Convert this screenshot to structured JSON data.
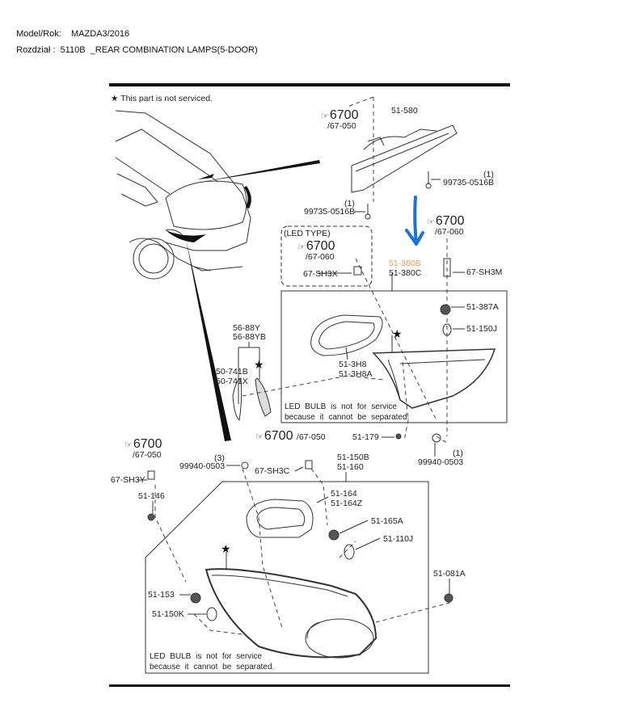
{
  "header": {
    "model_label": "Model/Rok:",
    "model_value": "MAZDA3/2016",
    "section_label": "Rozdział :",
    "section_code": "5110B",
    "section_title": "_REAR COMBINATION LAMPS(5-DOOR)"
  },
  "legend": {
    "star_symbol": "★",
    "text": "This part is not serviced."
  },
  "references": [
    {
      "hand": "☞",
      "code": "6700",
      "sub": "/67-050"
    },
    {
      "hand": "☞",
      "code": "6700",
      "sub": "/67-060"
    },
    {
      "hand": "☞",
      "code": "6700",
      "sub": "/67-060"
    },
    {
      "hand": "☞",
      "code": "6700",
      "sub": "/67-050"
    },
    {
      "hand": "☞",
      "code": "6700",
      "sub": "/67-050"
    }
  ],
  "led_type_label": "(LED TYPE)",
  "parts": {
    "p51_580": "51-580",
    "screw_a_qty": "(1)",
    "screw_a": "99735-0516B",
    "screw_b_qty": "(1)",
    "screw_b": "99735-0516B",
    "p67_sh3x": "67-SH3X",
    "p51_380b": "51-380B",
    "p51_380c": "51-380C",
    "p67_sh3m": "67-SH3M",
    "p51_387a": "51-387A",
    "p51_150j": "51-150J",
    "p51_3h8": "51-3H8",
    "p51_3h8a": "51-3H8A",
    "p56_88y": "56-88Y",
    "p56_88yb": "56-88YB",
    "p50_741b": "50-741B",
    "p50_741x": "50-741X",
    "p51_179": "51-179",
    "clip_a_qty": "(1)",
    "clip_a": "99940-0503",
    "clip_b_qty": "(3)",
    "clip_b": "99940-0503",
    "p67_sh3c": "67-SH3C",
    "p67_sh3y": "67-SH3Y",
    "p51_146": "51-146",
    "p51_150b": "51-150B",
    "p51_160": "51-160",
    "p51_164": "51-164",
    "p51_164z": "51-164Z",
    "p51_165a": "51-165A",
    "p51_110j": "51-110J",
    "p51_081a": "51-081A",
    "p51_153": "51-153",
    "p51_150k": "51-150K"
  },
  "notes": {
    "inner_line1": "LED BULB is not for service",
    "inner_line2": "because it cannot be separated.",
    "outer_line1": "LED BULB is not for service",
    "outer_line2": "because it cannot be separated."
  },
  "colors": {
    "highlight_part": "#e0a060",
    "annotation_arrow": "#1a73d9",
    "line": "#333333"
  }
}
